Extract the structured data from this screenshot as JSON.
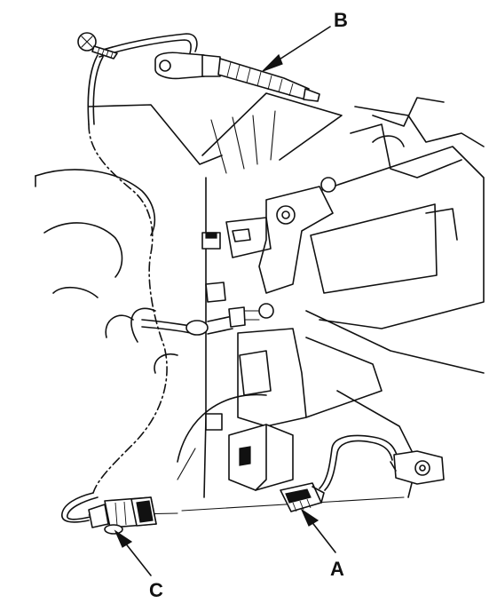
{
  "diagram": {
    "callouts": [
      {
        "id": "B",
        "label": "B"
      },
      {
        "id": "A",
        "label": "A"
      },
      {
        "id": "C",
        "label": "C"
      }
    ]
  }
}
